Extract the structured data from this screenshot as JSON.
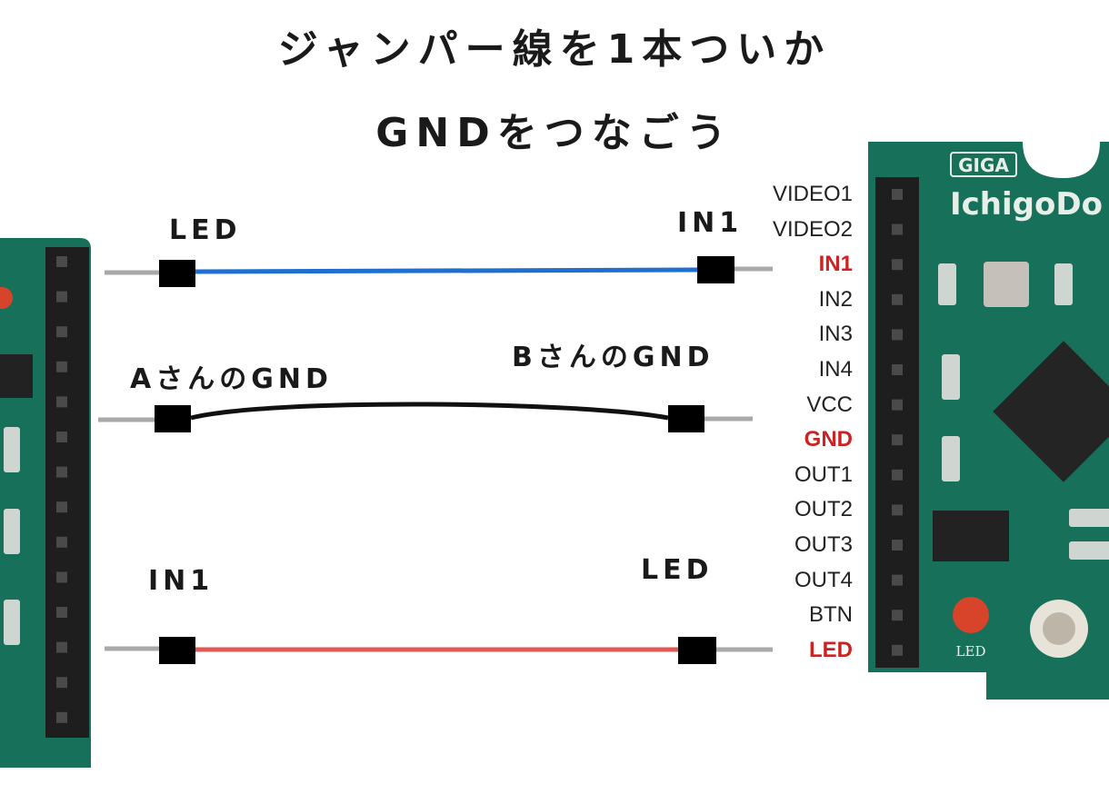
{
  "title": {
    "line1": "ジャンパー線を1本ついか",
    "line2": "GNDをつなごう"
  },
  "wires": [
    {
      "id": "wire1",
      "left_label": "LED",
      "right_label": "IN1",
      "color": "#1f6fd0"
    },
    {
      "id": "wire2",
      "left_label": "AさんのGND",
      "right_label": "BさんのGND",
      "color": "#111111"
    },
    {
      "id": "wire3",
      "left_label": "IN1",
      "right_label": "LED",
      "color": "#e05a55"
    }
  ],
  "board": {
    "brand_top": "GIGA",
    "brand_name": "IchigoDo",
    "led_silk": "LED",
    "highlight_color": "#cc2222",
    "pins": [
      {
        "label": "VIDEO1",
        "highlight": false
      },
      {
        "label": "VIDEO2",
        "highlight": false
      },
      {
        "label": "IN1",
        "highlight": true
      },
      {
        "label": "IN2",
        "highlight": false
      },
      {
        "label": "IN3",
        "highlight": false
      },
      {
        "label": "IN4",
        "highlight": false
      },
      {
        "label": "VCC",
        "highlight": false
      },
      {
        "label": "GND",
        "highlight": true
      },
      {
        "label": "OUT1",
        "highlight": false
      },
      {
        "label": "OUT2",
        "highlight": false
      },
      {
        "label": "OUT3",
        "highlight": false
      },
      {
        "label": "OUT4",
        "highlight": false
      },
      {
        "label": "BTN",
        "highlight": false
      },
      {
        "label": "LED",
        "highlight": true
      }
    ]
  }
}
